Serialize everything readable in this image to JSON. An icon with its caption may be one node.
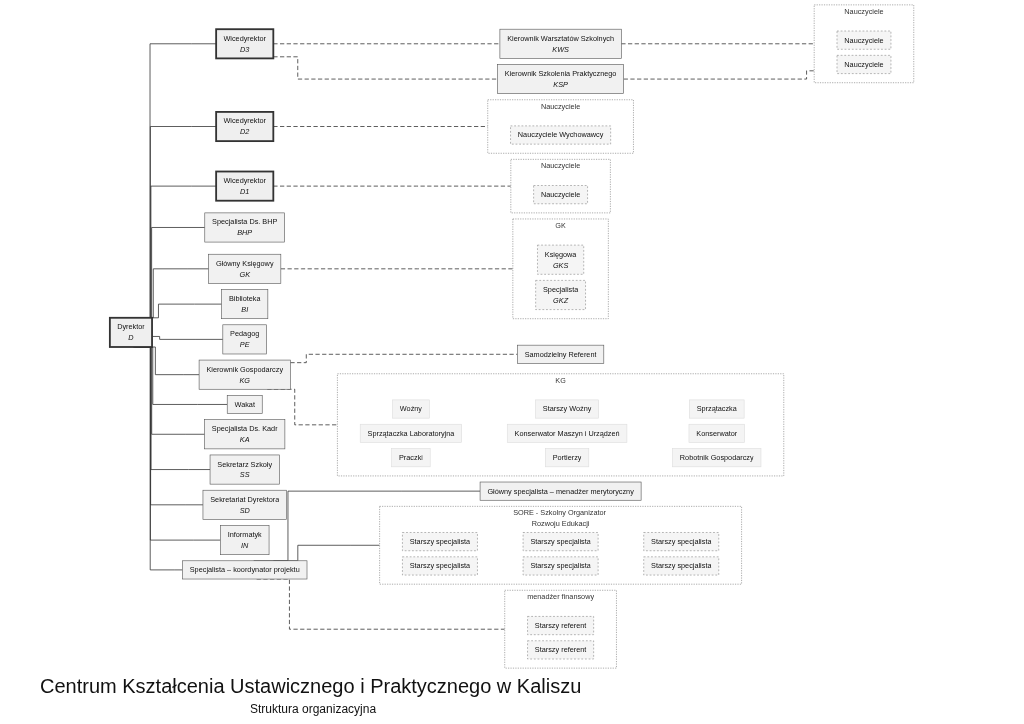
{
  "diagram": {
    "title": "Centrum Kształcenia Ustawicznego i Praktycznego w Kaliszu",
    "caption": "Struktura organizacyjna",
    "nodes": [
      {
        "text": [
          "Dyrektor",
          "D"
        ]
      },
      {
        "text": [
          "Wicedyrektor",
          "D3"
        ]
      },
      {
        "text": [
          "Wicedyrektor",
          "D2"
        ]
      },
      {
        "text": [
          "Wicedyrektor",
          "D1"
        ]
      },
      {
        "text": [
          "Specjalista Ds. BHP",
          "BHP"
        ]
      },
      {
        "text": [
          "Główny Księgowy",
          "GK"
        ]
      },
      {
        "text": [
          "Biblioteka",
          "BI"
        ]
      },
      {
        "text": [
          "Pedagog",
          "PE"
        ]
      },
      {
        "text": [
          "Kierownik Gospodarczy",
          "KG"
        ]
      },
      {
        "text": [
          "Kierownik Warsztatów Szkolnych",
          "KWS"
        ]
      },
      {
        "text": [
          "Kierownik Szkolenia Praktycznego",
          "KSP"
        ]
      },
      {
        "text": [
          "Nauczyciele"
        ]
      },
      {
        "text": [
          "Nauczyciele"
        ],
        "in": 11
      },
      {
        "text": [
          "Nauczyciele"
        ],
        "in": 11
      },
      {
        "text": [
          "Nauczyciele"
        ]
      },
      {
        "text": [
          "Nauczyciele Wychowawcy"
        ],
        "in": 14
      },
      {
        "text": [
          "Nauczyciele"
        ]
      },
      {
        "text": [
          "Nauczyciele"
        ],
        "in": 16
      },
      {
        "text": [
          "GK"
        ]
      },
      {
        "text": [
          "Księgowa",
          "GKS"
        ],
        "in": 18
      },
      {
        "text": [
          "Specjalista",
          "GKZ"
        ],
        "in": 18
      },
      {
        "text": [
          "Samodzielny Referent"
        ]
      },
      {
        "text": [
          "KG"
        ]
      },
      {
        "text": [
          "Woźny"
        ],
        "in": 22
      },
      {
        "text": [
          "Starszy Woźny"
        ],
        "in": 22
      },
      {
        "text": [
          "Sprzątaczka"
        ],
        "in": 22
      },
      {
        "text": [
          "Sprzątaczka Laboratoryjna"
        ],
        "in": 22
      },
      {
        "text": [
          "Konserwator Maszyn i Urządzeń"
        ],
        "in": 22
      },
      {
        "text": [
          "Konserwator"
        ],
        "in": 22
      },
      {
        "text": [
          "Praczki"
        ],
        "in": 22
      },
      {
        "text": [
          "Portierzy"
        ],
        "in": 22
      },
      {
        "text": [
          "Robotnik Gospodarczy"
        ],
        "in": 22
      },
      {
        "text": [
          "Wakat"
        ]
      },
      {
        "text": [
          "Specjalista Ds. Kadr",
          "KA"
        ]
      },
      {
        "text": [
          "Sekretarz Szkoły",
          "SS"
        ]
      },
      {
        "text": [
          "Sekretariat Dyrektora",
          "SD"
        ]
      },
      {
        "text": [
          "Informatyk",
          "IN"
        ]
      },
      {
        "text": [
          "Specjalista – koordynator projektu"
        ]
      },
      {
        "text": [
          "Główny specjalista – menadżer merytoryczny"
        ]
      },
      {
        "text": [
          "menadżer finansowy"
        ]
      },
      {
        "text": [
          "Starszy referent"
        ],
        "in": 39
      },
      {
        "text": [
          "Starszy referent"
        ],
        "in": 39
      },
      {
        "text": [
          "SORE - Szkolny Organizator Rozwoju Edukacji"
        ]
      },
      {
        "text": [
          "Starszy specjalista"
        ],
        "in": 42
      },
      {
        "text": [
          "Starszy specjalista"
        ],
        "in": 42
      },
      {
        "text": [
          "Starszy specjalista"
        ],
        "in": 42
      },
      {
        "text": [
          "Starszy specjalista"
        ],
        "in": 42
      },
      {
        "text": [
          "Starszy specjalista"
        ],
        "in": 42
      },
      {
        "text": [
          "Starszy specjalista"
        ],
        "in": 42
      }
    ],
    "edges": [
      {
        "from": 0,
        "to": 1,
        "arrow": "none"
      },
      {
        "from": 0,
        "to": 2,
        "arrow": "none"
      },
      {
        "from": 0,
        "to": 3,
        "arrow": "none"
      },
      {
        "from": 0,
        "to": 4,
        "arrow": "none"
      },
      {
        "from": 0,
        "to": 5,
        "arrow": "none"
      },
      {
        "from": 0,
        "to": 6,
        "arrow": "none"
      },
      {
        "from": 0,
        "to": 7,
        "arrow": "none"
      },
      {
        "from": 0,
        "to": 8,
        "arrow": "none"
      },
      {
        "from": 1,
        "to": 9,
        "arrow": "none",
        "style": "dashed"
      },
      {
        "from": 1,
        "to": 10,
        "arrow": "none",
        "style": "dashed"
      },
      {
        "from": 9,
        "to": 11,
        "arrow": "none",
        "style": "dashed"
      },
      {
        "from": 10,
        "to": 11,
        "arrow": "none",
        "style": "dashed"
      },
      {
        "from": 2,
        "to": 14,
        "arrow": "none",
        "style": "dashed"
      },
      {
        "from": 3,
        "to": 16,
        "arrow": "none",
        "style": "dashed"
      },
      {
        "from": 5,
        "to": 18,
        "arrow": "none",
        "style": "dashed"
      },
      {
        "from": 8,
        "to": 21,
        "arrow": "none",
        "style": "dashed"
      },
      {
        "from": 8,
        "to": 22,
        "arrow": "none",
        "style": "dashed"
      },
      {
        "from": 0,
        "to": 32,
        "arrow": "none"
      },
      {
        "from": 0,
        "to": 33,
        "arrow": "none"
      },
      {
        "from": 0,
        "to": 34,
        "arrow": "none"
      },
      {
        "from": 0,
        "to": 35,
        "arrow": "none"
      },
      {
        "from": 0,
        "to": 36,
        "arrow": "none"
      },
      {
        "from": 0,
        "to": 37,
        "arrow": "none"
      },
      {
        "from": 37,
        "to": 38,
        "arrow": "none"
      },
      {
        "from": 37,
        "to": 42,
        "arrow": "none"
      },
      {
        "from": 37,
        "to": 39,
        "arrow": "none",
        "style": "dashed"
      }
    ]
  }
}
